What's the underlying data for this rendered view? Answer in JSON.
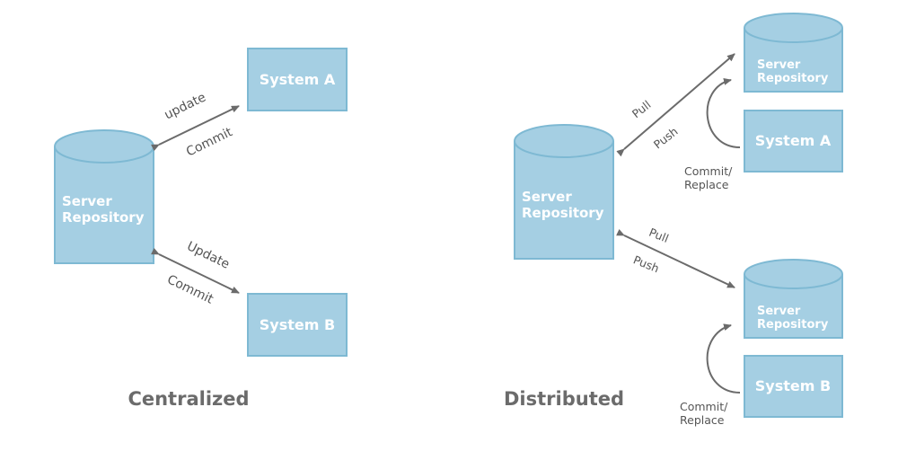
{
  "centralized": {
    "server_line1": "Server",
    "server_line2": "Repository",
    "system_a": "System  A",
    "system_b": "System  B",
    "edge_a_top": "update",
    "edge_a_bottom": "Commit",
    "edge_b_top": "Update",
    "edge_b_bottom": "Commit",
    "caption": "Centralized"
  },
  "distributed": {
    "main_server_line1": "Server",
    "main_server_line2": "Repository",
    "repo_a_line1": "Server",
    "repo_a_line2": "Repository",
    "repo_b_line1": "Server",
    "repo_b_line2": "Repository",
    "system_a": "System  A",
    "system_b": "System  B",
    "edge_a_top": "Pull",
    "edge_a_bottom": "Push",
    "edge_b_top": "Pull",
    "edge_b_bottom": "Push",
    "loop_a_line1": "Commit/",
    "loop_a_line2": "Replace",
    "loop_b_line1": "Commit/",
    "loop_b_line2": "Replace",
    "caption": "Distributed"
  },
  "colors": {
    "box_fill": "#a5cfe3",
    "box_stroke": "#7eb9d3",
    "arrow": "#6b6b6b",
    "caption_text": "#6b6b6b"
  }
}
